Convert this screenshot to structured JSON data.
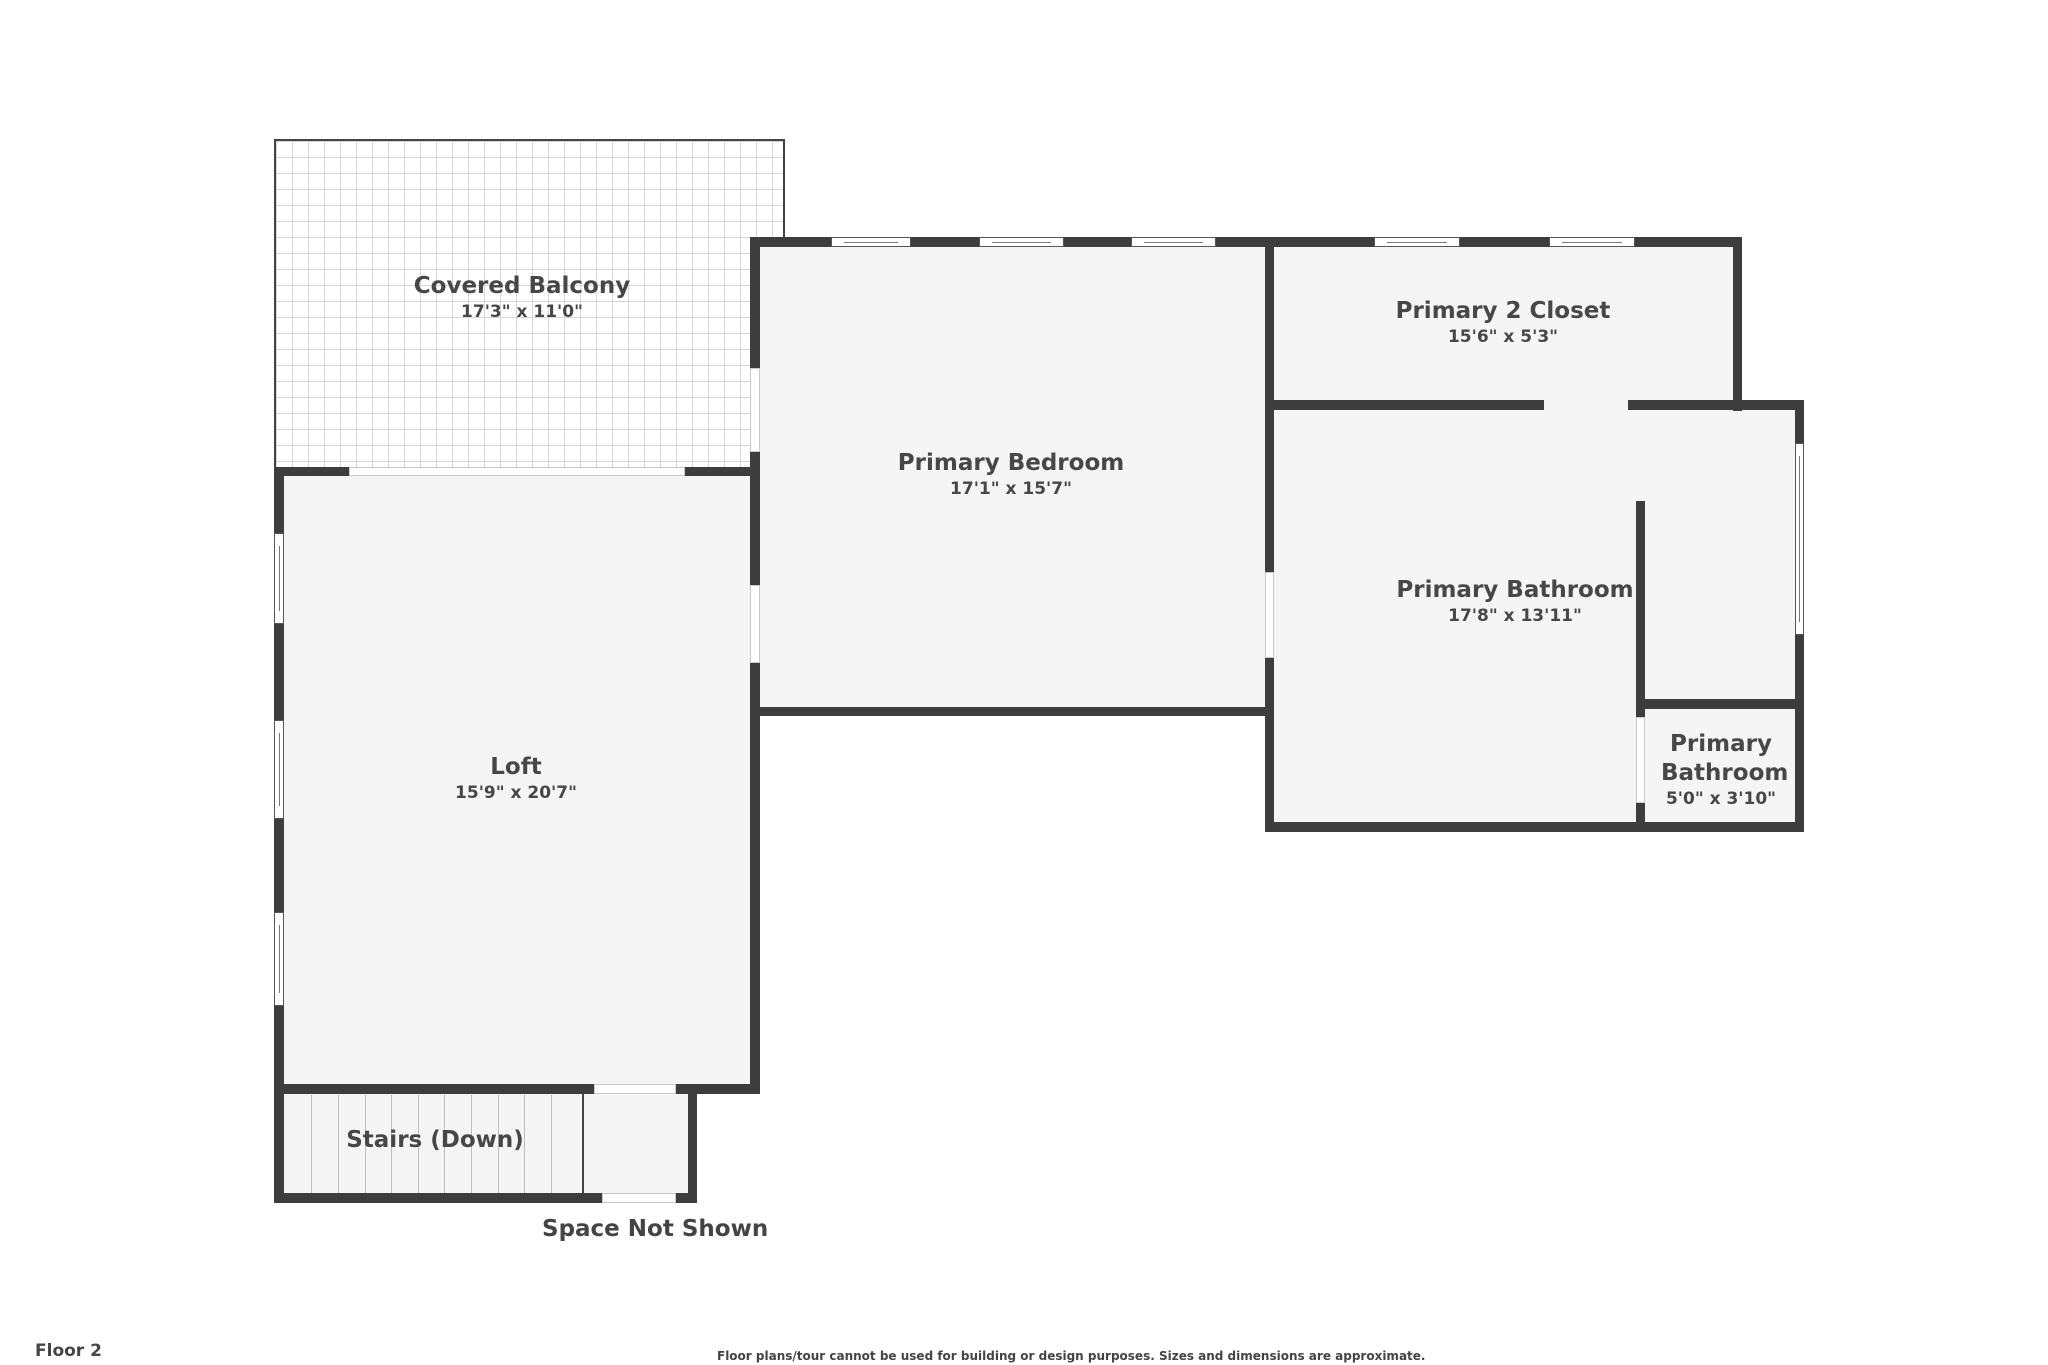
{
  "floor_label": "Floor 2",
  "disclaimer": "Floor plans/tour cannot be used for building or design purposes. Sizes and dimensions are approximate.",
  "space_not_shown": "Space Not Shown",
  "colors": {
    "wall": "#3d3d3d",
    "floor": "#f5f5f5",
    "text": "#474747",
    "background": "#ffffff"
  },
  "rooms": [
    {
      "name": "Covered Balcony",
      "dimensions": "17'3\" x 11'0\""
    },
    {
      "name": "Primary Bedroom",
      "dimensions": "17'1\" x 15'7\""
    },
    {
      "name": "Primary 2 Closet",
      "dimensions": "15'6\" x 5'3\""
    },
    {
      "name": "Primary Bathroom",
      "dimensions": "17'8\" x 13'11\""
    },
    {
      "name": "Loft",
      "dimensions": "15'9\" x 20'7\""
    },
    {
      "name": "Primary Bathroom",
      "dimensions": "5'0\" x 3'10\""
    },
    {
      "name": "Stairs (Down)",
      "dimensions": ""
    }
  ]
}
